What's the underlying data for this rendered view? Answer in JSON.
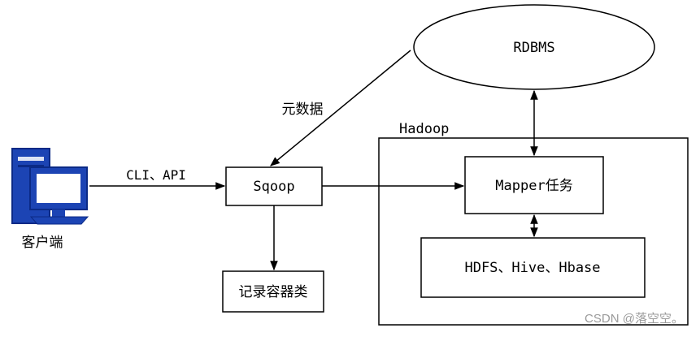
{
  "diagram": {
    "client_label": "客户端",
    "cli_api_label": "CLI、API",
    "metadata_label": "元数据",
    "sqoop_label": "Sqoop",
    "rdbms_label": "RDBMS",
    "hadoop_label": "Hadoop",
    "mapper_label": "Mapper任务",
    "storage_label": "HDFS、Hive、Hbase",
    "record_container_label": "记录容器类"
  },
  "watermark": "CSDN @落空空。",
  "colors": {
    "stroke": "#000000",
    "computer_blue": "#1c44b4",
    "computer_dark": "#0b2a86",
    "screen_light": "#ffffff"
  }
}
